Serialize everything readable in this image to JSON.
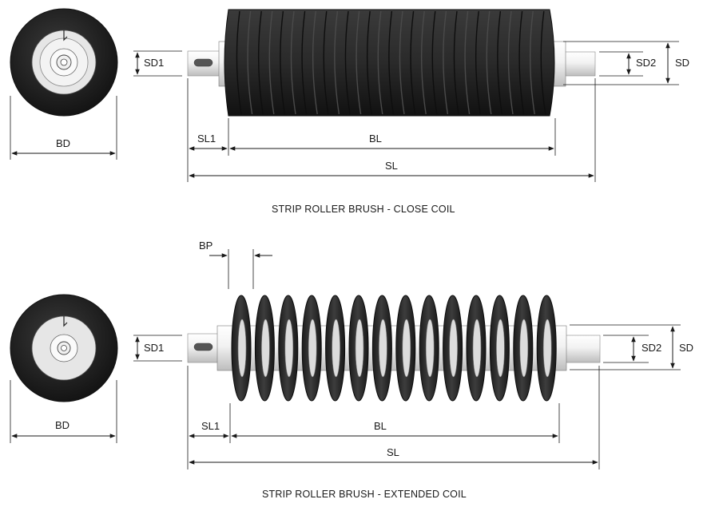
{
  "close_coil": {
    "caption": "STRIP ROLLER BRUSH - CLOSE COIL",
    "labels": {
      "sd1": "SD1",
      "sd2": "SD2",
      "sd": "SD",
      "bd": "BD",
      "sl1": "SL1",
      "bl": "BL",
      "sl": "SL"
    }
  },
  "extended_coil": {
    "caption": "STRIP ROLLER BRUSH - EXTENDED COIL",
    "labels": {
      "bp": "BP",
      "sd1": "SD1",
      "sd2": "SD2",
      "sd": "SD",
      "bd": "BD",
      "sl1": "SL1",
      "bl": "BL",
      "sl": "SL"
    }
  },
  "colors": {
    "brush": "#2b2b2b",
    "shaft": "#e8e8e8",
    "line": "#1a1a1a"
  }
}
